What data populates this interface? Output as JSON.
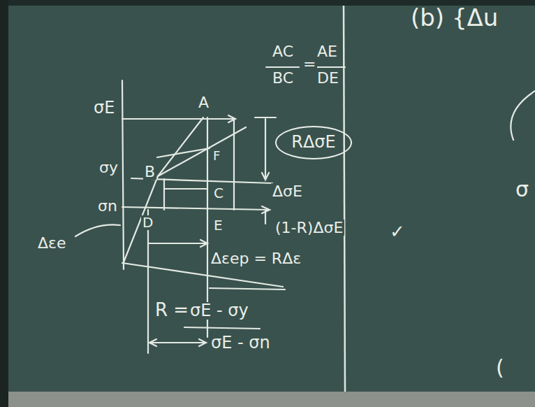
{
  "diagram": {
    "nodes": [
      {
        "text": [
          "RΔσE"
        ]
      }
    ],
    "labels": [
      "(b) {Δu",
      "AC",
      "BC",
      "=",
      "AE",
      "DE",
      "σE",
      "A",
      "σy",
      "B",
      "F",
      "C",
      "σn",
      "D",
      "E",
      "Δεe",
      "ΔσE",
      "(1-R)ΔσE",
      "✓",
      "Δεep = RΔε",
      "R =",
      "σE - σy",
      "σE - σn",
      "σ",
      "("
    ]
  }
}
